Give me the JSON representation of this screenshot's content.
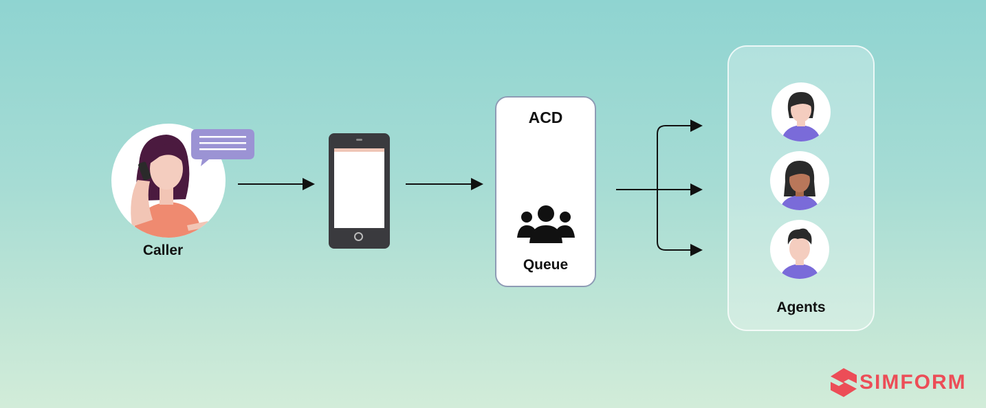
{
  "diagram": {
    "caller": {
      "label": "Caller"
    },
    "phone": {},
    "acd": {
      "title": "ACD",
      "queue_label": "Queue"
    },
    "agents": {
      "label": "Agents",
      "count": 3
    }
  },
  "brand": {
    "logo_text": "SIMFORM",
    "color": "#ec4d57"
  },
  "colors": {
    "background_top": "#8fd4d1",
    "background_bottom": "#d2ecd9",
    "arrow": "#111111",
    "speech_bubble": "#9b93d4",
    "agent_shirt": "#7a6bd9"
  }
}
